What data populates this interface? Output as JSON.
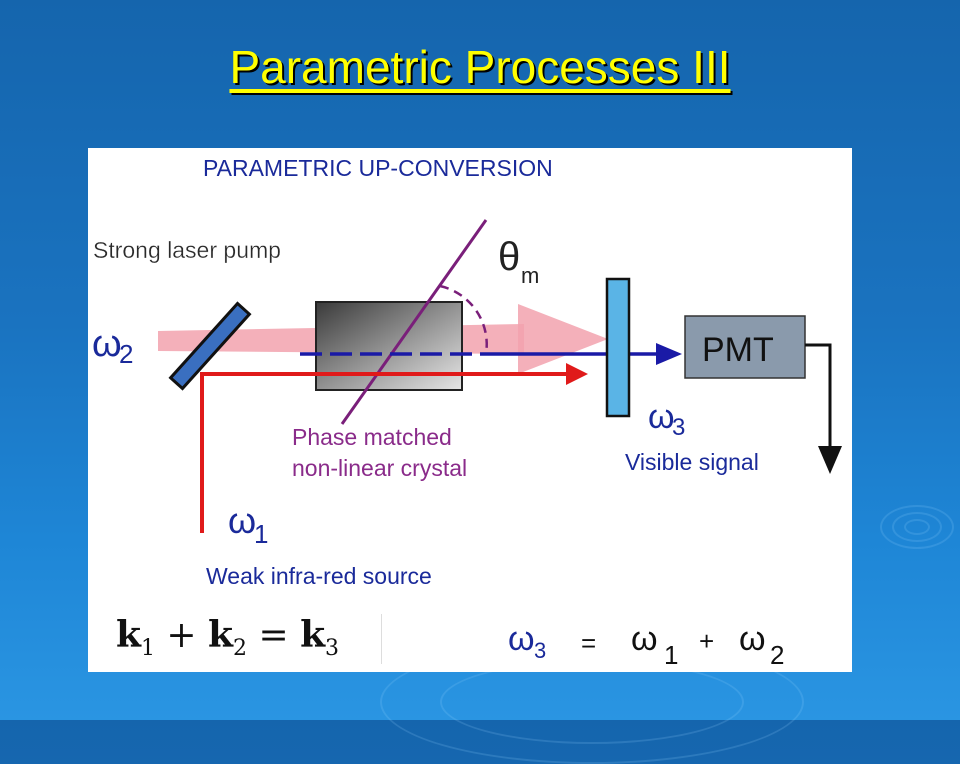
{
  "slide": {
    "title": "Parametric Processes III"
  },
  "diagram": {
    "heading": "PARAMETRIC  UP-CONVERSION",
    "pump_label": "Strong laser pump",
    "omega2_label": "ω",
    "omega2_sub": "2",
    "theta_label": "θ",
    "theta_sub": "m",
    "crystal_label_line1": "Phase matched",
    "crystal_label_line2": "non-linear crystal",
    "detector_label": "PMT",
    "omega3_label": "ω",
    "omega3_sub": "3",
    "signal_label": "Visible signal",
    "omega1_label": "ω",
    "omega1_sub": "1",
    "source_label": "Weak infra-red source"
  },
  "equations": {
    "momentum": {
      "k1": "k",
      "k1_sub": "1",
      "plus": "+",
      "k2": "k",
      "k2_sub": "2",
      "equals": "=",
      "k3": "k",
      "k3_sub": "3"
    },
    "energy": {
      "lhs": "ω",
      "lhs_sub": "3",
      "equals": "=",
      "t1": "ω",
      "t1_sub": "1",
      "plus": "+",
      "t2": "ω",
      "t2_sub": "2"
    }
  },
  "colors": {
    "title": "#ffff00",
    "background": "#1a73c0",
    "pump_beam": "#f2a2ae",
    "ir_beam": "#e01a1a",
    "signal_beam": "#1a1aa6",
    "mirror": "#3a6fc0",
    "filter": "#5ab4e6",
    "crystal_axis": "#7a1f7a",
    "crystal_label": "#8a2b8a",
    "label_blue": "#1a2a9a",
    "pmt_box": "#8a9aac"
  }
}
